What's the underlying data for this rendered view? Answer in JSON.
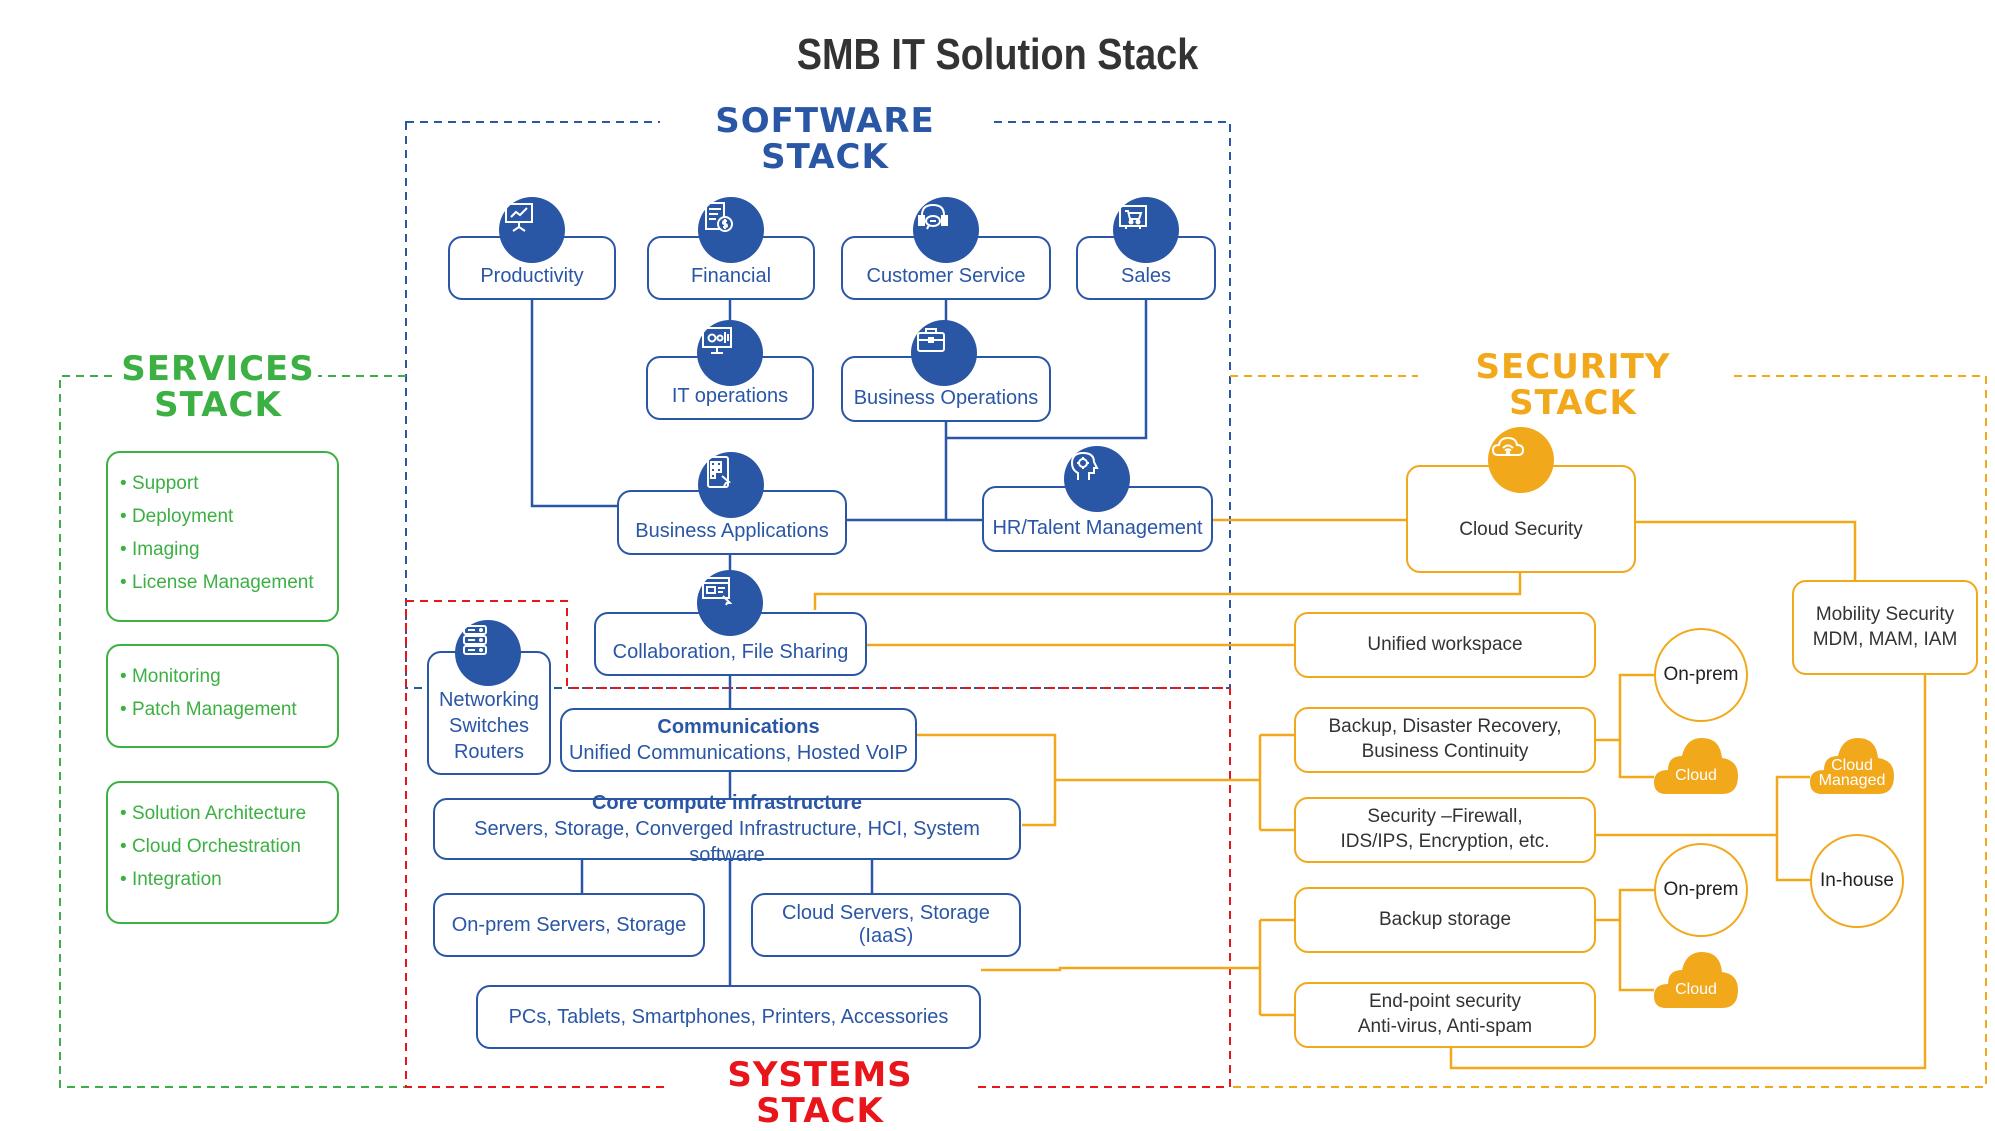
{
  "title": "SMB IT Solution Stack",
  "stacks": {
    "software": "SOFTWARE STACK",
    "services": "SERVICES STACK",
    "security": "SECURITY STACK",
    "systems": "SYSTEMS STACK"
  },
  "colors": {
    "software": "#2a56a6",
    "services": "#3cb043",
    "security": "#f2a81b",
    "systems": "#e8151b",
    "title": "#333333"
  },
  "software_nodes": {
    "productivity": {
      "label": "Productivity",
      "icon": "presentation-board-icon"
    },
    "financial": {
      "label": "Financial",
      "icon": "invoice-dollar-icon"
    },
    "customer_service": {
      "label": "Customer Service",
      "icon": "headset-icon"
    },
    "sales": {
      "label": "Sales",
      "icon": "shopping-cart-icon"
    },
    "it_operations": {
      "label": "IT operations",
      "icon": "monitor-gears-icon"
    },
    "business_operations": {
      "label": "Business Operations",
      "icon": "briefcase-icon"
    },
    "business_applications": {
      "label": "Business Applications",
      "icon": "tablet-apps-icon"
    },
    "hr_talent": {
      "label": "HR/Talent Management",
      "icon": "head-gear-icon"
    },
    "collaboration": {
      "label": "Collaboration, File Sharing",
      "icon": "document-cursor-icon"
    }
  },
  "systems_nodes": {
    "networking": {
      "lines": [
        "Networking",
        "Switches",
        "Routers"
      ],
      "icon": "server-rack-icon"
    },
    "communications": {
      "title": "Communications",
      "subtitle": "Unified Communications, Hosted VoIP"
    },
    "core_compute": {
      "title": "Core compute infrastructure",
      "subtitle": "Servers, Storage, Converged Infrastructure, HCI, System software"
    },
    "onprem_servers": "On-prem Servers, Storage",
    "cloud_servers": "Cloud Servers, Storage (IaaS)",
    "devices": "PCs, Tablets, Smartphones, Printers, Accessories"
  },
  "services_groups": [
    {
      "items": [
        "Support",
        "Deployment",
        "Imaging",
        "License Management"
      ]
    },
    {
      "items": [
        "Monitoring",
        "Patch Management"
      ]
    },
    {
      "items": [
        "Solution Architecture",
        "Cloud Orchestration",
        "Integration"
      ]
    }
  ],
  "security_nodes": {
    "cloud_security": {
      "label": "Cloud Security",
      "icon": "cloud-wifi-icon"
    },
    "mobility_security": {
      "lines": [
        "Mobility Security",
        "MDM, MAM, IAM"
      ]
    },
    "unified_workspace": "Unified workspace",
    "backup_dr": {
      "lines": [
        "Backup, Disaster Recovery,",
        "Business Continuity"
      ]
    },
    "security_firewall": {
      "lines": [
        "Security –Firewall,",
        "IDS/IPS, Encryption, etc."
      ]
    },
    "backup_storage": "Backup storage",
    "endpoint": {
      "lines": [
        "End-point security",
        "Anti-virus, Anti-spam"
      ]
    },
    "onprem_1": "On-prem",
    "cloud_1": "Cloud",
    "onprem_2": "On-prem",
    "cloud_2": "Cloud",
    "cloud_managed": [
      "Cloud",
      "Managed"
    ],
    "in_house": "In-house"
  }
}
